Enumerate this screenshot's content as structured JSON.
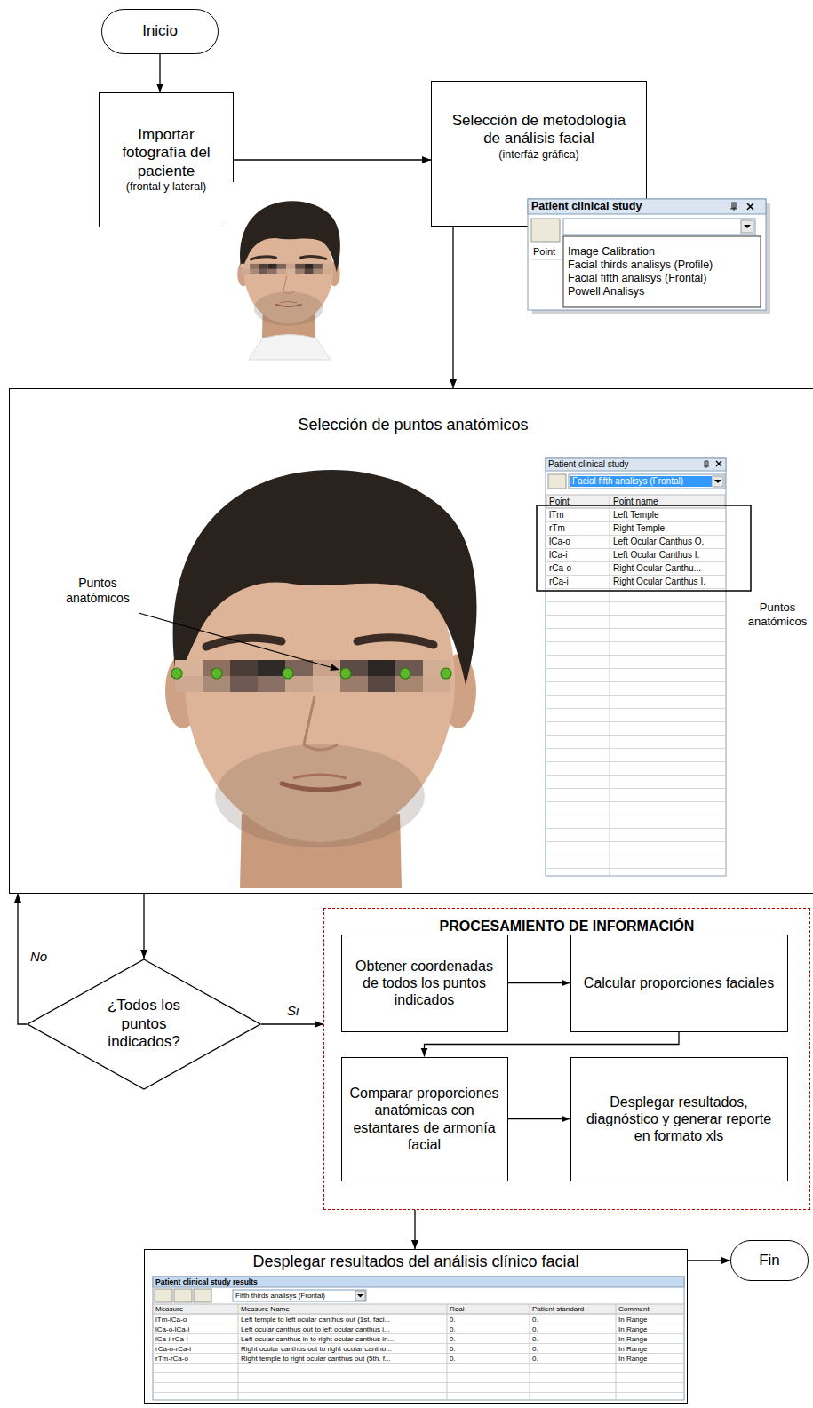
{
  "diagram": {
    "nodes": [
      {
        "text": [
          "Inicio"
        ]
      },
      {
        "text": [
          "Importar fotografía del paciente",
          "(frontal y lateral)"
        ]
      },
      {
        "text": [
          "Selección de metodología de análisis facial",
          "(interfáz gráfica)"
        ]
      },
      {
        "text": [
          "Selección de puntos anatómicos"
        ]
      },
      {
        "text": [
          "¿Todos los puntos indicados?"
        ]
      },
      {
        "text": [
          "PROCESAMIENTO DE INFORMACIÓN"
        ]
      },
      {
        "text": [
          "Obtener coordenadas de todos los puntos indicados"
        ],
        "in": 5
      },
      {
        "text": [
          "Calcular proporciones faciales"
        ],
        "in": 5
      },
      {
        "text": [
          "Comparar proporciones anatómicas con estantares de armonía facial"
        ],
        "in": 5
      },
      {
        "text": [
          "Desplegar resultados, diagnóstico y generar reporte en formato xls"
        ],
        "in": 5
      },
      {
        "text": [
          "Desplegar resultados del análisis clínico facial"
        ]
      },
      {
        "text": [
          "Fin"
        ]
      }
    ],
    "edges": [
      {
        "from": 0,
        "to": 1,
        "arrow": "to"
      },
      {
        "from": 1,
        "to": 2,
        "arrow": "to"
      },
      {
        "from": 2,
        "to": 3,
        "arrow": "to"
      },
      {
        "from": 3,
        "to": 4,
        "arrow": "to"
      },
      {
        "from": 4,
        "to": 3,
        "label": "No",
        "arrow": "to"
      },
      {
        "from": 4,
        "to": 5,
        "label": "Si",
        "arrow": "to"
      },
      {
        "from": 6,
        "to": 7,
        "arrow": "to"
      },
      {
        "from": 7,
        "to": 8,
        "arrow": "to"
      },
      {
        "from": 8,
        "to": 9,
        "arrow": "to"
      },
      {
        "from": 5,
        "to": 10,
        "arrow": "to"
      },
      {
        "from": 10,
        "to": 11,
        "arrow": "to"
      }
    ],
    "labels": [
      "Patient clinical study",
      "Point",
      "Image Calibration",
      "Facial thirds analisys (Profile)",
      "Facial fifth analisys (Frontal)",
      "Powell Analisys",
      "Puntos anatómicos",
      "Patient clinical study",
      "Facial fifth analisys (Frontal)",
      "Point",
      "Point name",
      "lTm",
      "Left Temple",
      "rTm",
      "Right Temple",
      "lCa-o",
      "Left Ocular Canthus O.",
      "lCa-i",
      "Left Ocular Canthus I.",
      "rCa-o",
      "Right Ocular Canthu...",
      "rCa-i",
      "Right Ocular Canthus I.",
      "Puntos anatómicos",
      "Patient clinical study results",
      "Fifth thirds analisys (Frontal)",
      "Measure",
      "Measure Name",
      "Real",
      "Patient standard",
      "Comment",
      "lTm-lCa-o",
      "Left temple to left ocular canthus out (1st. faci...",
      "0.",
      "0.",
      "In Range",
      "lCa-o-lCa-i",
      "Left ocular canthus out to left ocular canthus i...",
      "0.",
      "0.",
      "In Range",
      "lCa-i-rCa-i",
      "Left ocular canthus in to right ocular canthus in...",
      "0.",
      "0.",
      "In Range",
      "rCa-o-rCa-i",
      "Right ocular canthus out to right ocular canthu...",
      "0.",
      "0.",
      "In Range",
      "rTm-rCa-o",
      "Right temple to right ocular canthus out (5th. f...",
      "0.",
      "0.",
      "In Range"
    ]
  }
}
